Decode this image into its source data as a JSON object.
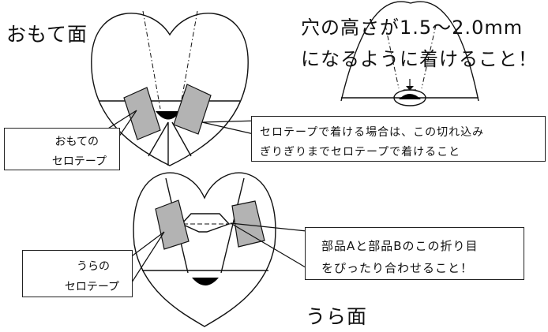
{
  "labels": {
    "front_title": "おもて面",
    "back_title": "うら面",
    "hole_note_line1": "穴の高さが1.5〜2.0mm",
    "hole_note_line2": "になるように着けること！",
    "front_tape_line1": "おもての",
    "front_tape_line2": "セロテープ",
    "tape_note_line1": "セロテープで着ける場合は、この切れ込み",
    "tape_note_line2": "ぎりぎりまでセロテープで着けること",
    "back_tape_line1": "うらの",
    "back_tape_line2": "セロテープ",
    "fold_note_line1": "部品Aと部品Bのこの折り目",
    "fold_note_line2": "をぴったり合わせること！"
  },
  "colors": {
    "line": "#111111",
    "tape_fill": "#b3b3b3",
    "hole_fill": "#000000",
    "background": "#ffffff"
  }
}
